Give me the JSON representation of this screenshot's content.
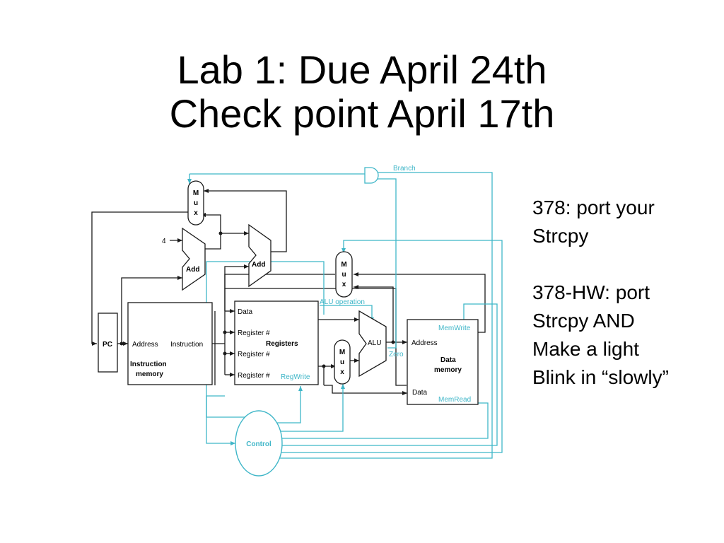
{
  "slide": {
    "title_line1": "Lab 1: Due April 24th",
    "title_line2": "Check point April 17th",
    "notes": {
      "note1_line1": "378: port your",
      "note1_line2": "Strcpy",
      "note2_line1": "378-HW: port",
      "note2_line2": "Strcpy AND",
      "note2_line3": "Make a light",
      "note2_line4": "Blink in “slowly”"
    }
  },
  "diagram": {
    "colors": {
      "datapath": "#1a1a1a",
      "control": "#3fb6c8"
    },
    "labels": {
      "pc": "PC",
      "four": "4",
      "add1": "Add",
      "add2": "Add",
      "mux": "M u x",
      "address": "Address",
      "instruction": "Instruction",
      "instr_mem1": "Instruction",
      "instr_mem2": "memory",
      "data_in": "Data",
      "reg1": "Register #",
      "registers": "Registers",
      "reg2": "Register #",
      "reg3": "Register #",
      "regwrite": "RegWrite",
      "alu": "ALU",
      "alu_operation": "ALU operation",
      "zero": "Zero",
      "dm_address": "Address",
      "dm_data": "Data",
      "data_mem1": "Data",
      "data_mem2": "memory",
      "memwrite": "MemWrite",
      "memread": "MemRead",
      "branch": "Branch",
      "control": "Control"
    }
  }
}
